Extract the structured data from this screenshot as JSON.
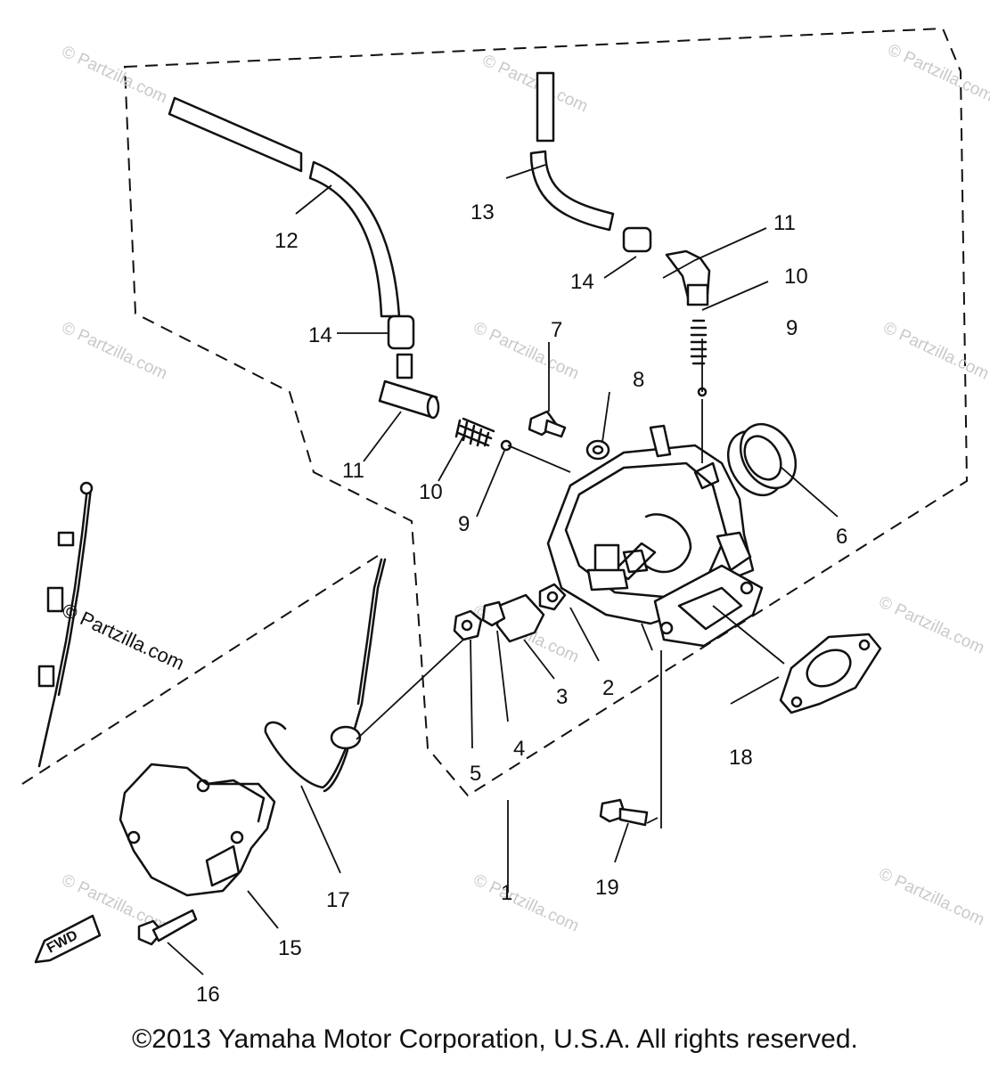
{
  "diagram": {
    "callouts": [
      {
        "id": "c12",
        "label": "12"
      },
      {
        "id": "c13",
        "label": "13"
      },
      {
        "id": "c11a",
        "label": "11"
      },
      {
        "id": "c14a",
        "label": "14"
      },
      {
        "id": "c10a",
        "label": "10"
      },
      {
        "id": "c9a",
        "label": "9"
      },
      {
        "id": "c14b",
        "label": "14"
      },
      {
        "id": "c7",
        "label": "7"
      },
      {
        "id": "c8",
        "label": "8"
      },
      {
        "id": "c11b",
        "label": "11"
      },
      {
        "id": "c10b",
        "label": "10"
      },
      {
        "id": "c9b",
        "label": "9"
      },
      {
        "id": "c6",
        "label": "6"
      },
      {
        "id": "c2",
        "label": "2"
      },
      {
        "id": "c3",
        "label": "3"
      },
      {
        "id": "c4",
        "label": "4"
      },
      {
        "id": "c5",
        "label": "5"
      },
      {
        "id": "c18",
        "label": "18"
      },
      {
        "id": "c19",
        "label": "19"
      },
      {
        "id": "c1",
        "label": "1"
      },
      {
        "id": "c17",
        "label": "17"
      },
      {
        "id": "c15",
        "label": "15"
      },
      {
        "id": "c16",
        "label": "16"
      }
    ],
    "fwd_label": "FWD",
    "watermark": "© Partzilla.com"
  },
  "copyright": "©2013  Yamaha Motor Corporation, U.S.A. All rights reserved."
}
